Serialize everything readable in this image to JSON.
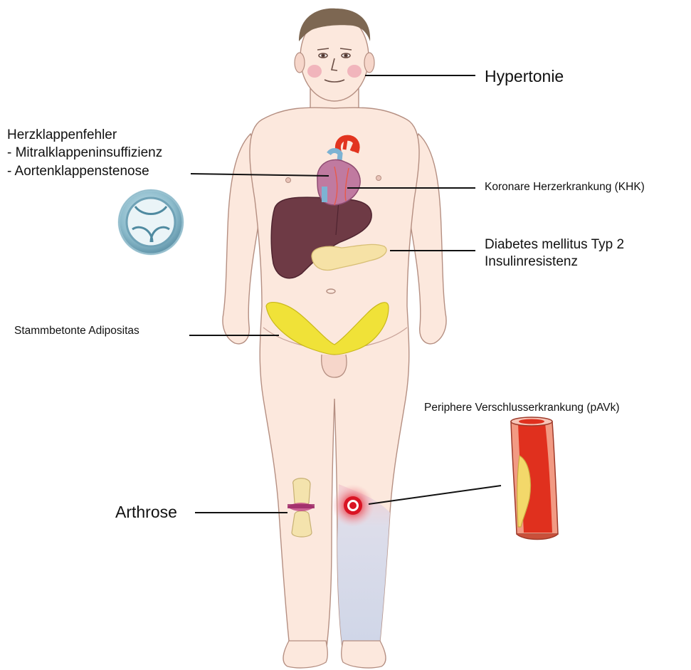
{
  "labels": {
    "hypertonie": "Hypertonie",
    "herzklappen_title": "Herzklappenfehler",
    "herzklappen_item1": "- Mitralklappeninsuffizienz",
    "herzklappen_item2": "- Aortenklappenstenose",
    "khk": "Koronare Herzerkrankung (KHK)",
    "diabetes_line1": "Diabetes mellitus Typ 2",
    "diabetes_line2": "Insulinresistenz",
    "adipositas": "Stammbetonte Adipositas",
    "pavk": "Periphere Verschlusserkrankung (pAVk)",
    "arthrose": "Arthrose"
  },
  "colors": {
    "skin": "#fce8dd",
    "skin_outline": "#b58f82",
    "hair": "#7d6752",
    "liver": "#6e3a45",
    "pancreas": "#f6e2a6",
    "fat": "#f0e238",
    "heart": "#c07aa0",
    "aorta": "#e2341f",
    "vessel_blue": "#7db3d3",
    "valve": "#7fb0c4",
    "pain_spot": "#d91424",
    "leg_shadow": "#c9d3e8",
    "blood": "#e0301e"
  },
  "icons": [
    "human-body-figure",
    "heart-icon",
    "heart-valve-icon",
    "liver-icon",
    "pancreas-icon",
    "abdominal-fat-icon",
    "knee-joint-icon",
    "pain-spot-icon",
    "artery-cross-section-icon"
  ]
}
